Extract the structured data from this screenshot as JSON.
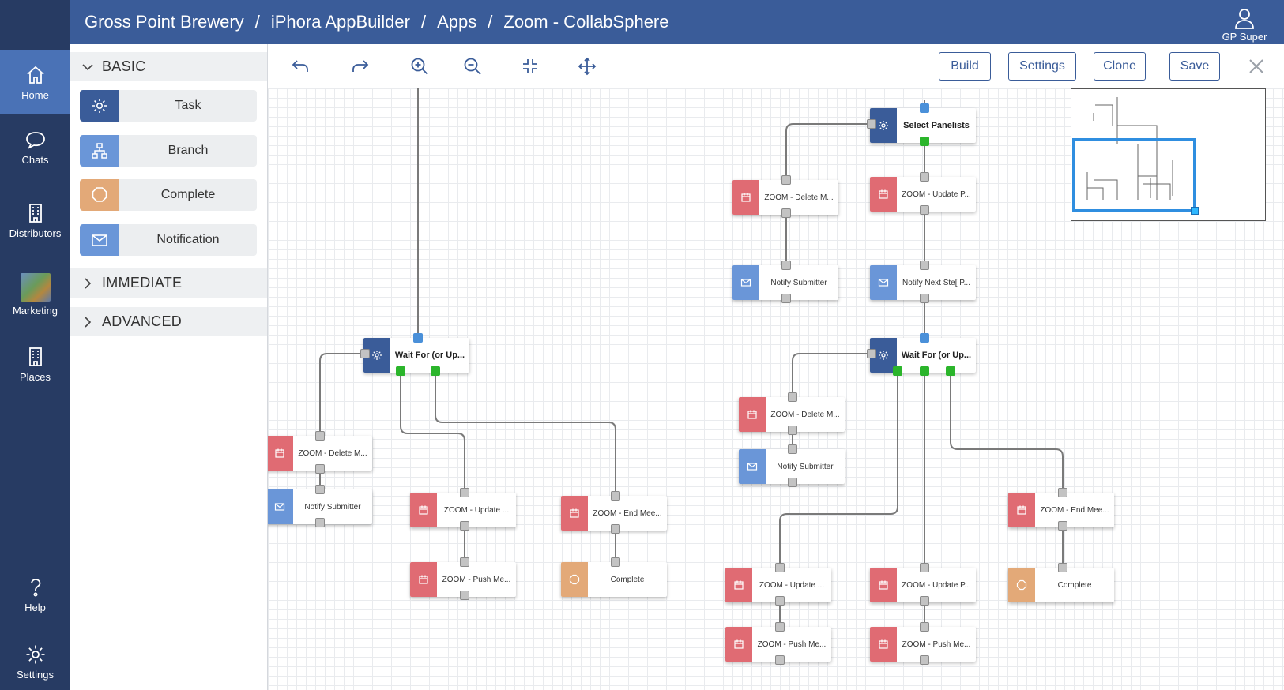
{
  "nav": {
    "items": [
      {
        "label": "Home",
        "icon": "home-icon"
      },
      {
        "label": "Chats",
        "icon": "chat-icon"
      },
      {
        "label": "Distributors",
        "icon": "building-icon"
      },
      {
        "label": "Marketing",
        "icon": "marketing-image"
      },
      {
        "label": "Places",
        "icon": "building-icon"
      },
      {
        "label": "Help",
        "icon": "help-icon"
      },
      {
        "label": "Settings",
        "icon": "gear-icon"
      }
    ]
  },
  "header": {
    "breadcrumb": [
      "Gross Point Brewery",
      "iPhora AppBuilder",
      "Apps",
      "Zoom - CollabSphere"
    ],
    "separator": "/",
    "user": "GP Super"
  },
  "palette": {
    "sections": [
      {
        "label": "BASIC",
        "expanded": true
      },
      {
        "label": "IMMEDIATE",
        "expanded": false
      },
      {
        "label": "ADVANCED",
        "expanded": false
      }
    ],
    "items": [
      {
        "label": "Task",
        "icon": "gear-icon",
        "color": "#3a5c99"
      },
      {
        "label": "Branch",
        "icon": "org-chart-icon",
        "color": "#6a96d8"
      },
      {
        "label": "Complete",
        "icon": "octagon-icon",
        "color": "#e3a978"
      },
      {
        "label": "Notification",
        "icon": "envelope-icon",
        "color": "#6a96d8"
      }
    ]
  },
  "toolbar": {
    "tools": [
      "undo-icon",
      "redo-icon",
      "zoom-in-icon",
      "zoom-out-icon",
      "fit-icon",
      "pan-icon"
    ],
    "build": "Build",
    "settings": "Settings",
    "clone": "Clone",
    "save": "Save",
    "close_icon": "close-icon"
  },
  "colors": {
    "task": "#3a5c99",
    "zoom": "#e06b73",
    "notify": "#6a96d8",
    "complete": "#e3a978"
  },
  "nodes": [
    {
      "id": "wait1",
      "label": "Wait For (or Up...",
      "type": "task"
    },
    {
      "id": "del1",
      "label": "ZOOM - Delete M...",
      "type": "zoom"
    },
    {
      "id": "not1",
      "label": "Notify Submitter",
      "type": "notify"
    },
    {
      "id": "upd1",
      "label": "ZOOM - Update ...",
      "type": "zoom"
    },
    {
      "id": "push1",
      "label": "ZOOM - Push Me...",
      "type": "zoom"
    },
    {
      "id": "end1",
      "label": "ZOOM - End Mee...",
      "type": "zoom"
    },
    {
      "id": "comp1",
      "label": "Complete",
      "type": "complete"
    },
    {
      "id": "sel",
      "label": "Select Panelists",
      "type": "task"
    },
    {
      "id": "del2",
      "label": "ZOOM - Delete M...",
      "type": "zoom"
    },
    {
      "id": "updp2",
      "label": "ZOOM - Update P...",
      "type": "zoom"
    },
    {
      "id": "not2",
      "label": "Notify Submitter",
      "type": "notify"
    },
    {
      "id": "notnext",
      "label": "Notify Next Ste[ P...",
      "type": "notify"
    },
    {
      "id": "wait2",
      "label": "Wait For (or Up...",
      "type": "task"
    },
    {
      "id": "del3",
      "label": "ZOOM - Delete M...",
      "type": "zoom"
    },
    {
      "id": "not3",
      "label": "Notify Submitter",
      "type": "notify"
    },
    {
      "id": "end2",
      "label": "ZOOM - End Mee...",
      "type": "zoom"
    },
    {
      "id": "upd3",
      "label": "ZOOM - Update ...",
      "type": "zoom"
    },
    {
      "id": "updp3",
      "label": "ZOOM - Update P...",
      "type": "zoom"
    },
    {
      "id": "comp2",
      "label": "Complete",
      "type": "complete"
    },
    {
      "id": "push2",
      "label": "ZOOM - Push Me...",
      "type": "zoom"
    },
    {
      "id": "push3",
      "label": "ZOOM - Push Me...",
      "type": "zoom"
    }
  ]
}
